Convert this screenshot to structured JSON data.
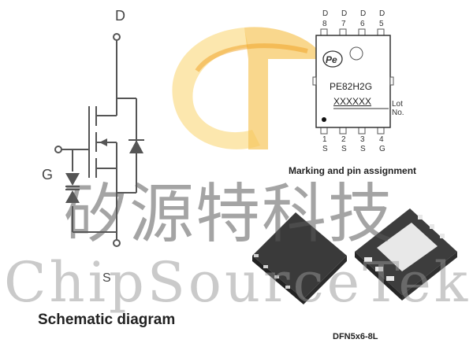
{
  "schematic": {
    "label_drain": "D",
    "label_gate": "G",
    "label_source": "S",
    "caption": "Schematic diagram"
  },
  "pinout": {
    "top_pins": [
      {
        "name": "D",
        "num": "8"
      },
      {
        "name": "D",
        "num": "7"
      },
      {
        "name": "D",
        "num": "6"
      },
      {
        "name": "D",
        "num": "5"
      }
    ],
    "bottom_pins": [
      {
        "num": "1",
        "name": "S"
      },
      {
        "num": "2",
        "name": "S"
      },
      {
        "num": "3",
        "name": "S"
      },
      {
        "num": "4",
        "name": "G"
      }
    ],
    "logo_text": "Pe",
    "part_number": "PE82H2G",
    "lot_code": "XXXXXX",
    "lot_label": "Lot No.",
    "caption": "Marking and pin assignment"
  },
  "package": {
    "caption": "DFN5x6-8L"
  },
  "watermark": {
    "chinese": "矽源特科技",
    "english": "ChipSourceTek"
  },
  "colors": {
    "logo_yellow": "#f6c84a",
    "logo_orange": "#f0a020",
    "chip_body": "#3a3a3a",
    "line": "#555555"
  }
}
